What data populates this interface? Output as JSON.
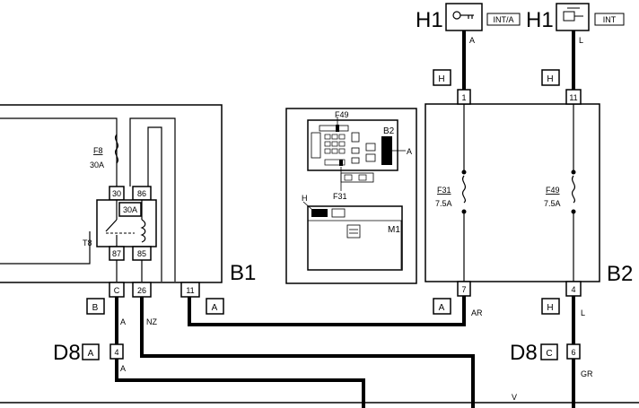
{
  "components": {
    "h1_left": {
      "ref": "H1",
      "tag": "INT/A"
    },
    "h1_right": {
      "ref": "H1",
      "tag": "INT"
    },
    "b1": "B1",
    "b2": "B2",
    "d8_left": {
      "ref": "D8",
      "conn": "A"
    },
    "d8_right": {
      "ref": "D8",
      "conn": "C"
    }
  },
  "relay": {
    "fuse_label": "F8",
    "fuse_rating": "30A",
    "contact_rating": "30A",
    "name": "T8",
    "pins": [
      "30",
      "86",
      "87",
      "85"
    ]
  },
  "b1_pins": [
    "C",
    "26",
    "11"
  ],
  "b2_fuses": [
    {
      "label": "F31",
      "rating": "7.5A",
      "pin_top": "1",
      "pin_bottom": "7"
    },
    {
      "label": "F49",
      "rating": "7.5A",
      "pin_top": "11",
      "pin_bottom": "4"
    }
  ],
  "connectors": {
    "h_left": "H",
    "h_right": "H",
    "b_conn": "B",
    "a_conn_b1": "A",
    "a_conn_b2": "A",
    "h_conn_b2": "H",
    "d8_left_pin": "4",
    "d8_right_pin": "6"
  },
  "wire_colors": {
    "h1_left": "A",
    "h1_right": "L",
    "b1_c": "A",
    "b1_26": "NZ",
    "d8_below": "A",
    "b2_7": "AR",
    "b2_4": "L",
    "d8_right_below": "GR",
    "bottom_bus": "V"
  },
  "inset": {
    "fuse_top": "F49",
    "box_label": "B2",
    "side_label": "A",
    "fuse_bottom": "F31",
    "lower_left": "H",
    "lower_right": "M1"
  }
}
